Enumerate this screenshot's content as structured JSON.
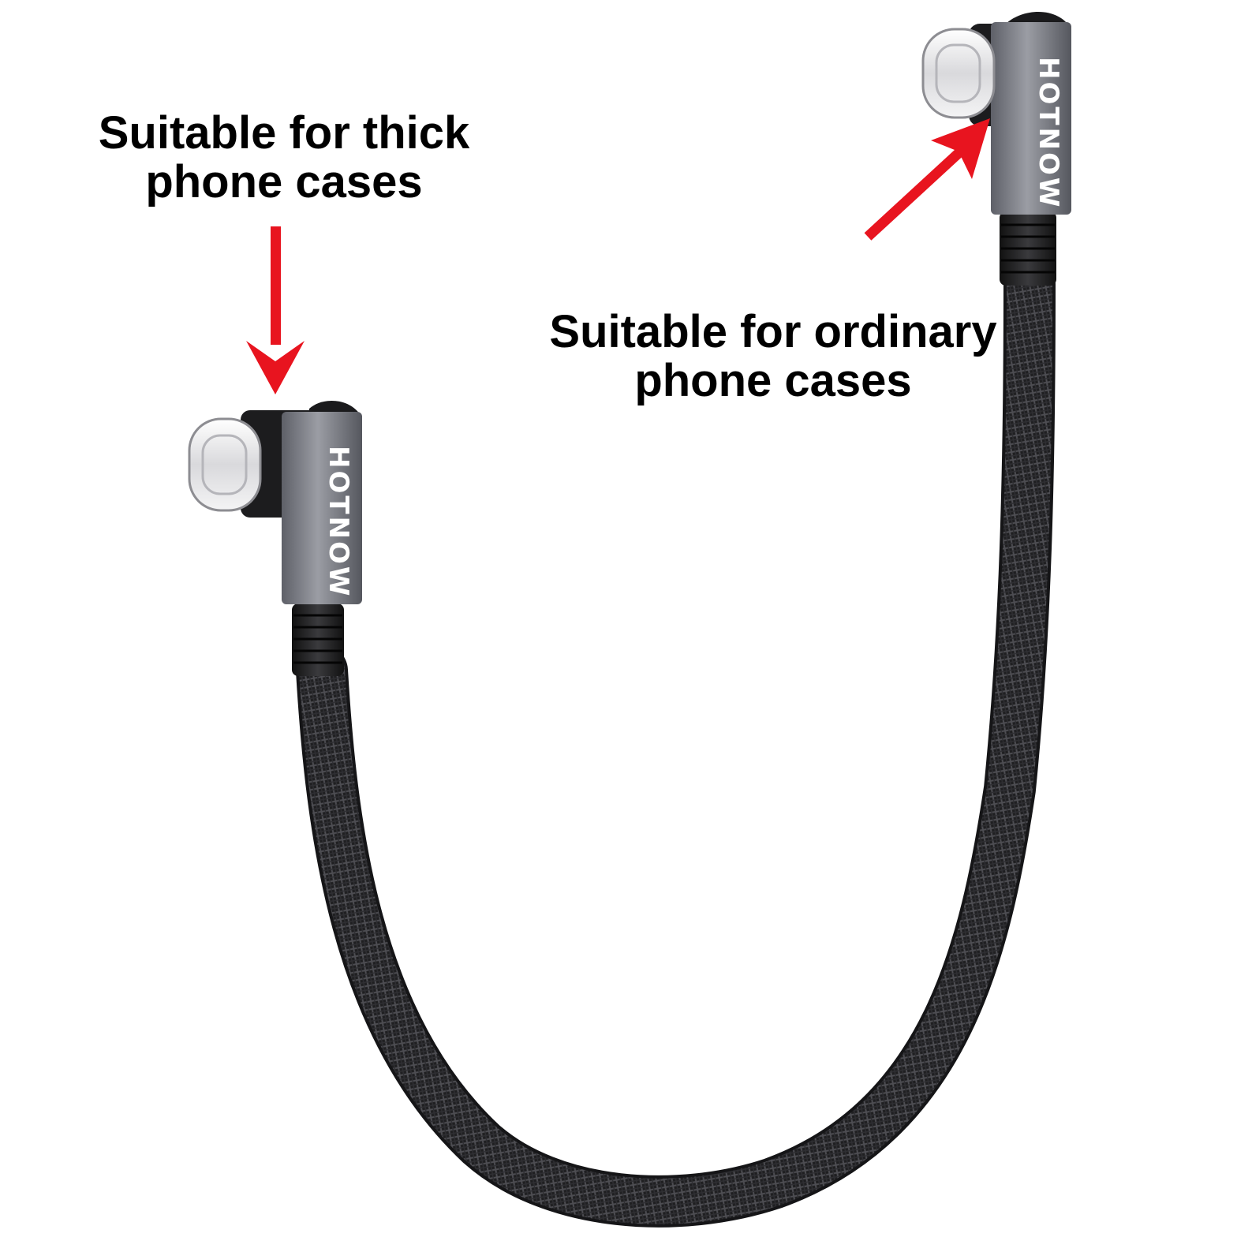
{
  "captions": {
    "thick": {
      "line1": "Suitable for thick",
      "line2": "phone cases"
    },
    "ordinary": {
      "line1": "Suitable for ordinary",
      "line2": "phone cases"
    }
  },
  "brand_text": "HOTNOW",
  "colors": {
    "arrow": "#e8141f",
    "cable": "#232325",
    "connector_shell": "#7d7f86",
    "plug_metal": "#e4e4e6"
  }
}
